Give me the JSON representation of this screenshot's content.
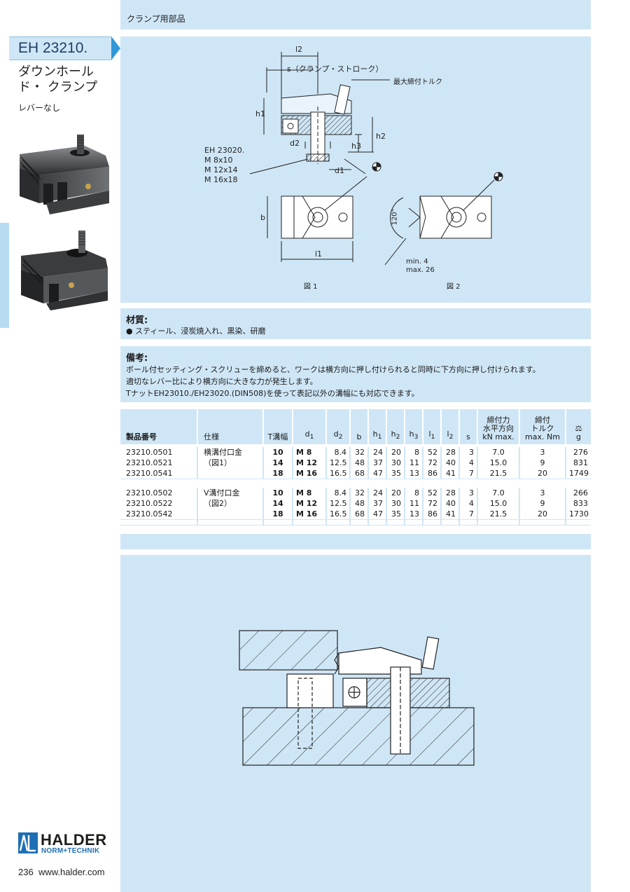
{
  "category": "クランプ用部品",
  "product": {
    "code": "EH 23210.",
    "title_line1": "ダウンホール",
    "title_line2": "ド・ クランプ",
    "subtitle": "レバーなし"
  },
  "drawing": {
    "dim_l2": "l2",
    "stroke_label": "s（クランプ・ストローク）",
    "torque_label": "最大締付トルク",
    "tnut_code": "EH 23020.",
    "tnut_sizes": [
      "M  8x10",
      "M 12x14",
      "M 16x18"
    ],
    "dim_h1": "h1",
    "dim_h2": "h2",
    "dim_h3": "h3",
    "dim_d2": "d2",
    "dim_d1": "d1",
    "dim_b": "b",
    "dim_l1": "l1",
    "angle": "120°",
    "min_note": "min. 4",
    "max_note": "max. 26",
    "fig1": "図 1",
    "fig2": "図 2"
  },
  "material": {
    "heading": "材質:",
    "text": "● スティール、浸炭焼入れ、黒染、研磨"
  },
  "notes": {
    "heading": "備考:",
    "lines": [
      "ボール付セッティング・スクリューを締めると、ワークは横方向に押し付けられると同時に下方向に押し付けられます。",
      "適切なレバー比により横方向に大きな力が発生します。",
      "TナットEH23010./EH23020.(DIN508)を使って表記以外の溝幅にも対応できます。"
    ]
  },
  "table": {
    "headers": {
      "part": "製品番号",
      "spec": "仕様",
      "slot": "T溝幅",
      "d1": "d",
      "d1_sub": "1",
      "d2": "d",
      "d2_sub": "2",
      "b": "b",
      "h1": "h",
      "h1_sub": "1",
      "h2": "h",
      "h2_sub": "2",
      "h3": "h",
      "h3_sub": "3",
      "l1": "l",
      "l1_sub": "1",
      "l2": "l",
      "l2_sub": "2",
      "s": "s",
      "force_1": "締付力",
      "force_2": "水平方向",
      "force_3": "kN max.",
      "torque_1": "締付",
      "torque_2": "トルク",
      "torque_3": "max. Nm",
      "weight_symbol": "⚖",
      "weight_unit": "g"
    },
    "rows": [
      {
        "part": "23210.0501",
        "spec": "横溝付口金",
        "slot": "10",
        "d1": "M   8",
        "d2": "8.4",
        "b": "32",
        "h1": "24",
        "h2": "20",
        "h3": "8",
        "l1": "52",
        "l2": "28",
        "s": "3",
        "force": "7.0",
        "torque": "3",
        "weight": "276"
      },
      {
        "part": "23210.0521",
        "spec": "（図1）",
        "slot": "14",
        "d1": "M 12",
        "d2": "12.5",
        "b": "48",
        "h1": "37",
        "h2": "30",
        "h3": "11",
        "l1": "72",
        "l2": "40",
        "s": "4",
        "force": "15.0",
        "torque": "9",
        "weight": "831"
      },
      {
        "part": "23210.0541",
        "spec": "",
        "slot": "18",
        "d1": "M 16",
        "d2": "16.5",
        "b": "68",
        "h1": "47",
        "h2": "35",
        "h3": "13",
        "l1": "86",
        "l2": "41",
        "s": "7",
        "force": "21.5",
        "torque": "20",
        "weight": "1749"
      },
      {
        "part": "23210.0502",
        "spec": "V溝付口金",
        "slot": "10",
        "d1": "M   8",
        "d2": "8.4",
        "b": "32",
        "h1": "24",
        "h2": "20",
        "h3": "8",
        "l1": "52",
        "l2": "28",
        "s": "3",
        "force": "7.0",
        "torque": "3",
        "weight": "266"
      },
      {
        "part": "23210.0522",
        "spec": "（図2）",
        "slot": "14",
        "d1": "M 12",
        "d2": "12.5",
        "b": "48",
        "h1": "37",
        "h2": "30",
        "h3": "11",
        "l1": "72",
        "l2": "40",
        "s": "4",
        "force": "15.0",
        "torque": "9",
        "weight": "833"
      },
      {
        "part": "23210.0542",
        "spec": "",
        "slot": "18",
        "d1": "M 16",
        "d2": "16.5",
        "b": "68",
        "h1": "47",
        "h2": "35",
        "h3": "13",
        "l1": "86",
        "l2": "41",
        "s": "7",
        "force": "21.5",
        "torque": "20",
        "weight": "1730"
      }
    ]
  },
  "brand": {
    "name": "HALDER",
    "sub": "NORM+TECHNIK"
  },
  "footer": {
    "page": "236",
    "url": "www.halder.com"
  },
  "colors": {
    "panel": "#cfe6f6",
    "accent": "#2f97d8",
    "brand_blue": "#1f6fb4"
  }
}
